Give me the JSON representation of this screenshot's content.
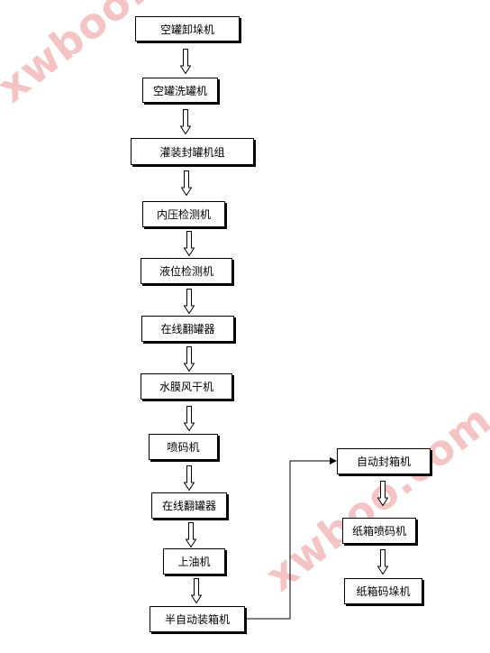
{
  "watermark": "xwboo.com",
  "left_flow": [
    "空罐卸垛机",
    "空罐洗罐机",
    "灌装封罐机组",
    "内压检测机",
    "液位检测机",
    "在线翻罐器",
    "水膜风干机",
    "喷码机",
    "在线翻罐器",
    "上油机",
    "半自动装箱机"
  ],
  "right_flow": [
    "自动封箱机",
    "纸箱喷码机",
    "纸箱码垛机"
  ]
}
